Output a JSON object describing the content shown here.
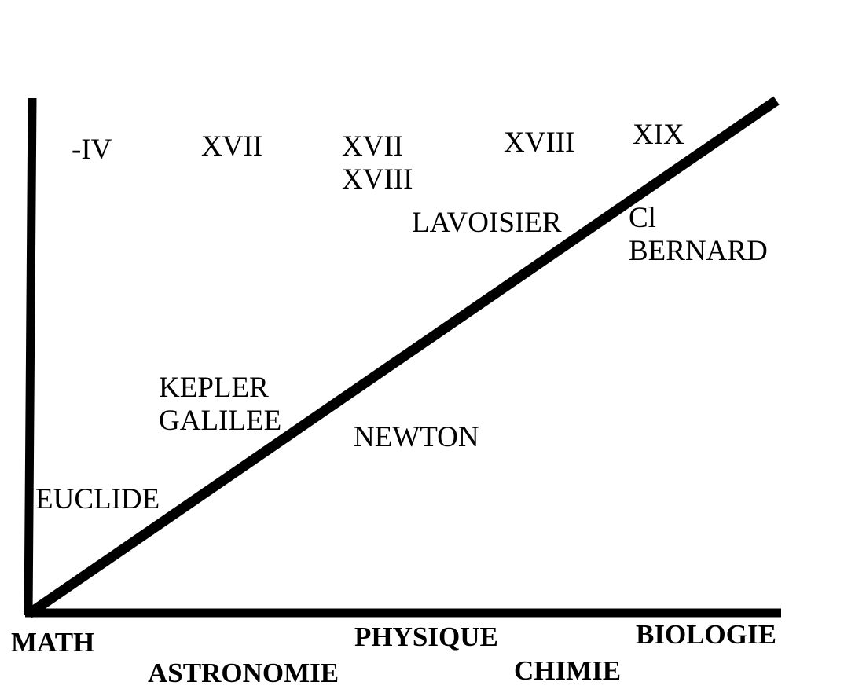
{
  "centuries": {
    "c1": "-IV",
    "c2": "XVII",
    "c3_line1": "XVII",
    "c3_line2": "XVIII",
    "c4": "XVIII",
    "c5": "XIX"
  },
  "scientists": {
    "euclide": "EUCLIDE",
    "kepler": "KEPLER",
    "galilee": "GALILEE",
    "newton": "NEWTON",
    "lavoisier": "LAVOISIER",
    "bernard_line1": "Cl",
    "bernard_line2": "BERNARD"
  },
  "disciplines": {
    "math": "MATH",
    "astronomie": "ASTRONOMIE",
    "physique": "PHYSIQUE",
    "chimie": "CHIMIE",
    "biologie": "BIOLOGIE"
  },
  "colors": {
    "ink": "#000000",
    "background": "#ffffff"
  }
}
